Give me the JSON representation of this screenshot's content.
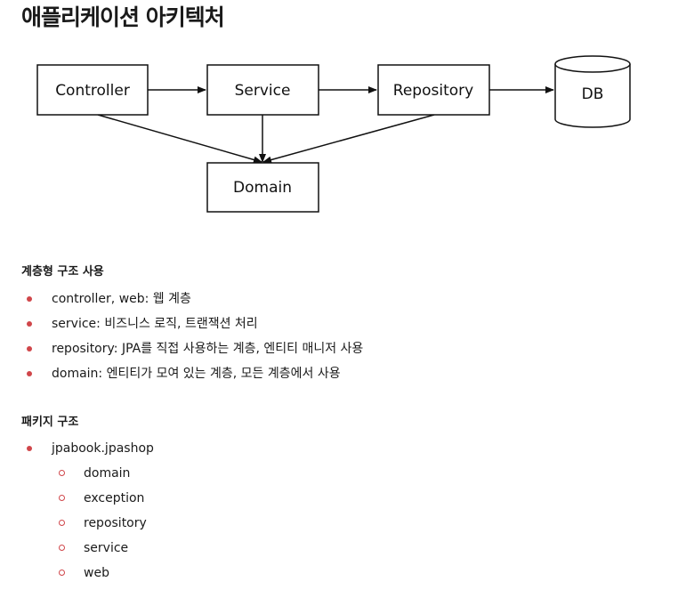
{
  "title": "애플리케이션 아키텍처",
  "diagram": {
    "controller": "Controller",
    "service": "Service",
    "repository": "Repository",
    "db": "DB",
    "domain": "Domain"
  },
  "layers": {
    "heading": "계층형 구조 사용",
    "items": [
      "controller, web: 웹 계층",
      "service: 비즈니스 로직, 트랜잭션 처리",
      "repository: JPA를 직접 사용하는 계층, 엔티티 매니저 사용",
      "domain: 엔티티가 모여 있는 계층, 모든 계층에서 사용"
    ]
  },
  "packages": {
    "heading": "패키지 구조",
    "root": "jpabook.jpashop",
    "children": [
      "domain",
      "exception",
      "repository",
      "service",
      "web"
    ]
  },
  "colors": {
    "bullet": "#d0464a",
    "line": "#111111"
  }
}
